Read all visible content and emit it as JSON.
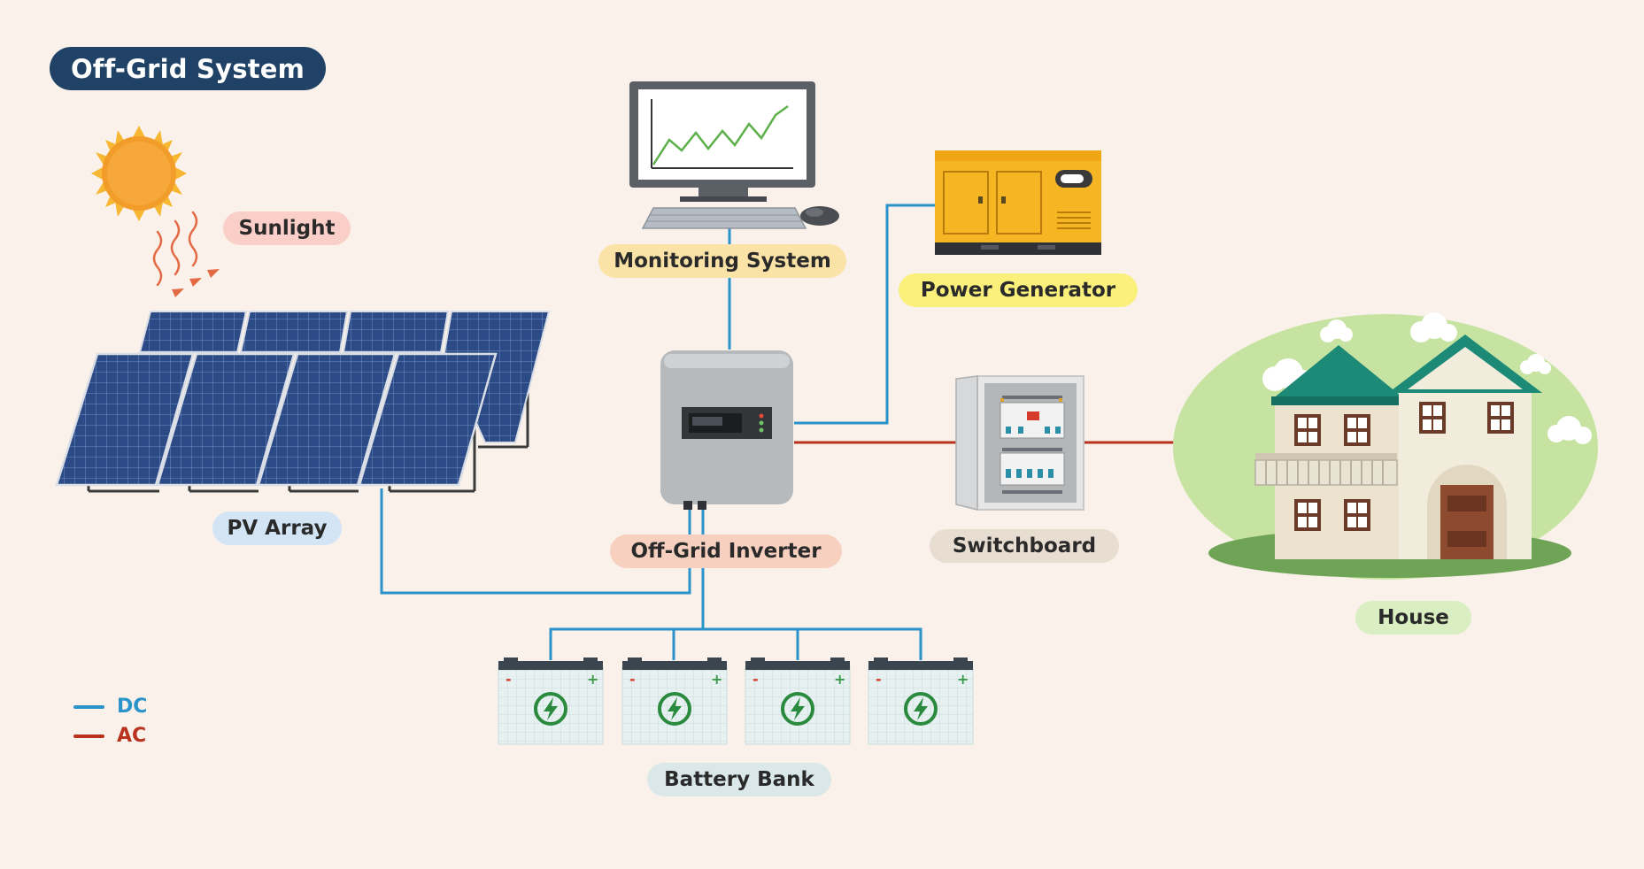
{
  "title": "Off-Grid System",
  "labels": {
    "sunlight": "Sunlight",
    "pv_array": "PV Array",
    "monitoring": "Monitoring System",
    "generator": "Power Generator",
    "inverter": "Off-Grid Inverter",
    "switchboard": "Switchboard",
    "house": "House",
    "battery": "Battery Bank"
  },
  "legend": [
    {
      "label": "DC",
      "color": "#2a93c9"
    },
    {
      "label": "AC",
      "color": "#b8321e"
    }
  ],
  "colors": {
    "dc_line": "#2a93c9",
    "ac_line": "#b8321e",
    "title_bg": "#1f4266",
    "background": "#f9f1ea",
    "sunlight_pill": "#f9cfc8",
    "pv_pill": "#d3e5f4",
    "monitoring_pill": "#fbe3a8",
    "generator_pill": "#fbf07b",
    "inverter_pill": "#f8d0bf",
    "switchboard_pill": "#e8ddd1",
    "house_pill": "#d9efc1",
    "battery_pill": "#dbe8ea"
  },
  "icons": [
    "sun-icon",
    "solar-panel-icon",
    "monitor-icon",
    "generator-icon",
    "inverter-icon",
    "switchboard-icon",
    "house-icon",
    "battery-icon"
  ]
}
